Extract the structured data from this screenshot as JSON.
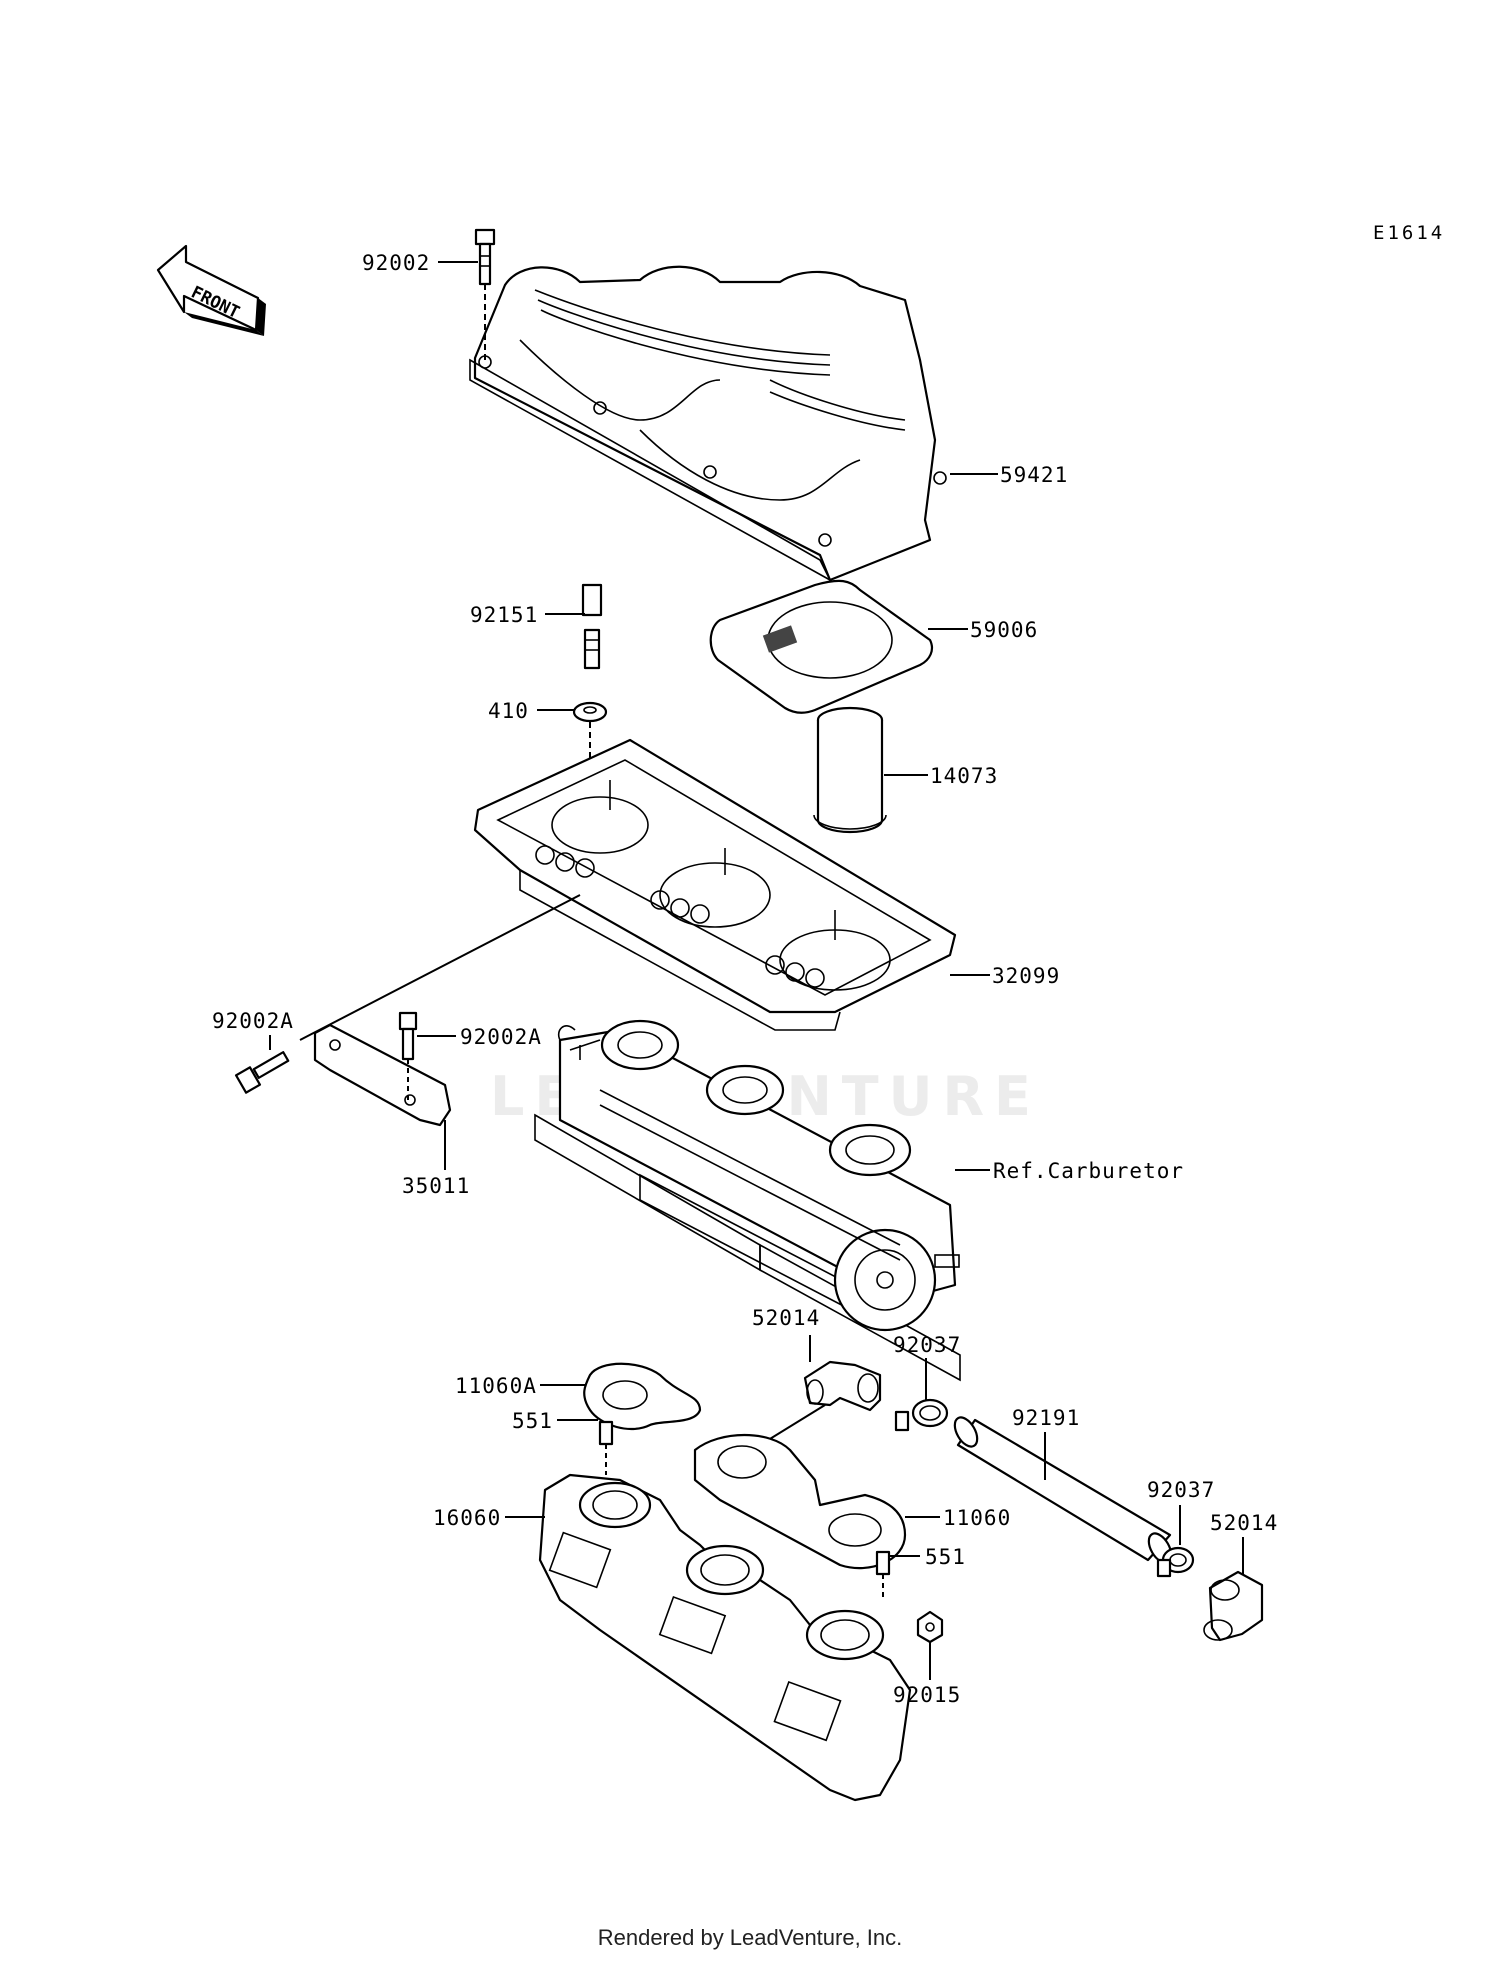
{
  "diagram": {
    "code": "E1614",
    "watermark": "LEADVENTURE",
    "front_label": "FRONT",
    "footer": "Rendered by LeadVenture, Inc.",
    "callouts": [
      {
        "id": "92002",
        "text": "92002"
      },
      {
        "id": "59421",
        "text": "59421"
      },
      {
        "id": "92151",
        "text": "92151"
      },
      {
        "id": "59006",
        "text": "59006"
      },
      {
        "id": "410",
        "text": "410"
      },
      {
        "id": "14073",
        "text": "14073"
      },
      {
        "id": "32099",
        "text": "32099"
      },
      {
        "id": "92002A-left",
        "text": "92002A"
      },
      {
        "id": "92002A-right",
        "text": "92002A"
      },
      {
        "id": "35011",
        "text": "35011"
      },
      {
        "id": "ref-carb",
        "text": "Ref.Carburetor"
      },
      {
        "id": "52014-top",
        "text": "52014"
      },
      {
        "id": "92037-top",
        "text": "92037"
      },
      {
        "id": "11060A",
        "text": "11060A"
      },
      {
        "id": "551-left",
        "text": "551"
      },
      {
        "id": "92191",
        "text": "92191"
      },
      {
        "id": "16060",
        "text": "16060"
      },
      {
        "id": "11060",
        "text": "11060"
      },
      {
        "id": "92037-right",
        "text": "92037"
      },
      {
        "id": "52014-right",
        "text": "52014"
      },
      {
        "id": "551-right",
        "text": "551"
      },
      {
        "id": "92015",
        "text": "92015"
      }
    ]
  }
}
